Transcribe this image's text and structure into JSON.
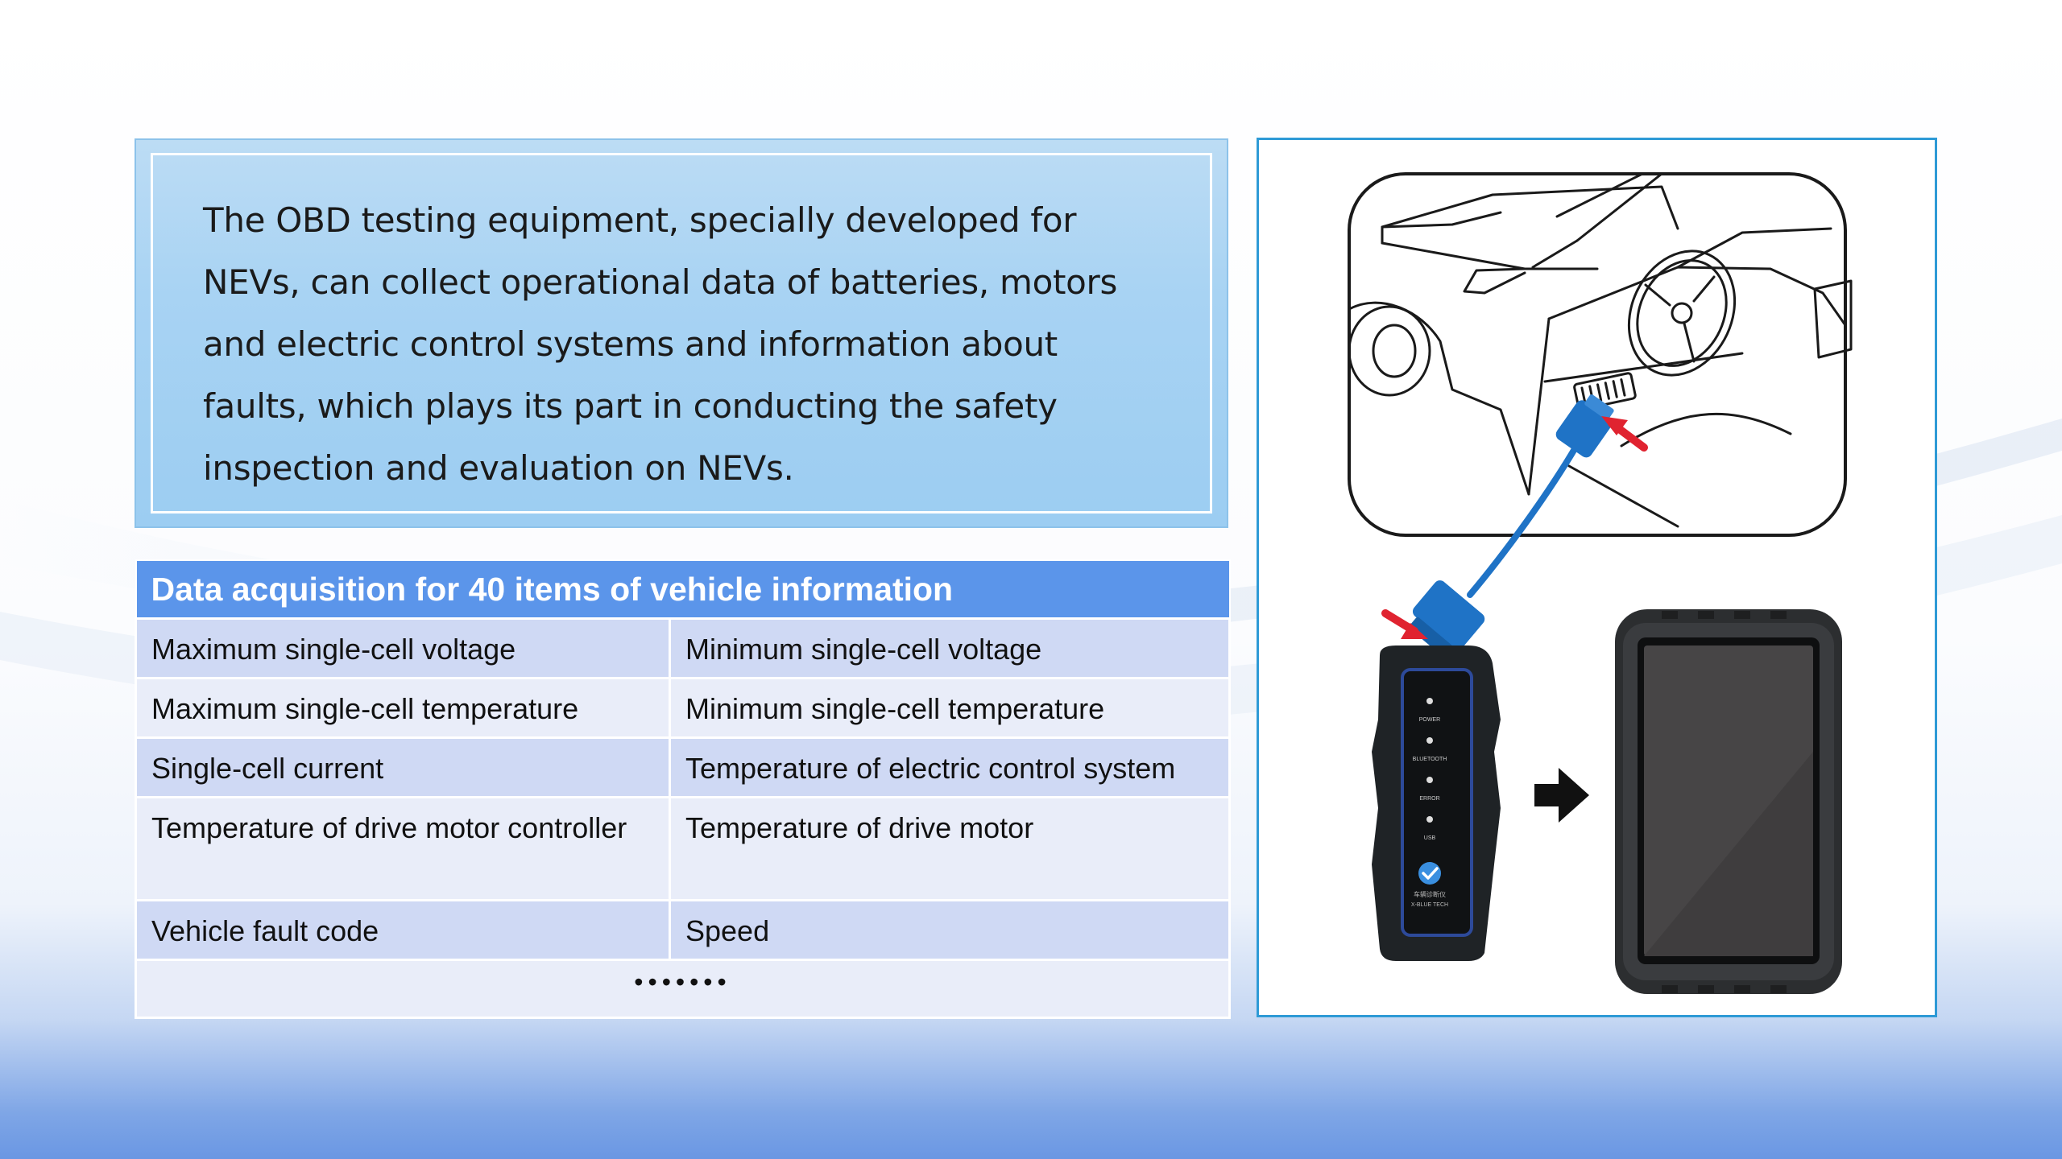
{
  "intro": {
    "text": "The OBD testing equipment, specially developed for NEVs, can collect operational data of batteries, motors and electric control systems and information about faults, which plays its part in conducting the safety inspection and evaluation on NEVs."
  },
  "table": {
    "header": "Data acquisition for 40 items of vehicle information",
    "rows": [
      [
        "Maximum single-cell voltage",
        "Minimum single-cell voltage"
      ],
      [
        "Maximum single-cell temperature",
        "Minimum single-cell temperature"
      ],
      [
        "Single-cell current",
        "Temperature of electric control system"
      ],
      [
        "Temperature of drive motor controller",
        "Temperature of drive motor"
      ],
      [
        "Vehicle fault code",
        "Speed"
      ]
    ],
    "ellipsis": "•••••••"
  },
  "device": {
    "led_labels": [
      "POWER",
      "BLUETOOTH",
      "ERROR",
      "USB"
    ],
    "logo_lines": [
      "车辆诊断仪",
      "X-BLUE TECH"
    ]
  },
  "colors": {
    "panel_border": "#2e9ad6",
    "table_header": "#5b95ea",
    "row_dark": "#cfd9f4",
    "row_light": "#e9edf9",
    "cable_blue": "#1f73c6",
    "arrow_red": "#e02330"
  }
}
